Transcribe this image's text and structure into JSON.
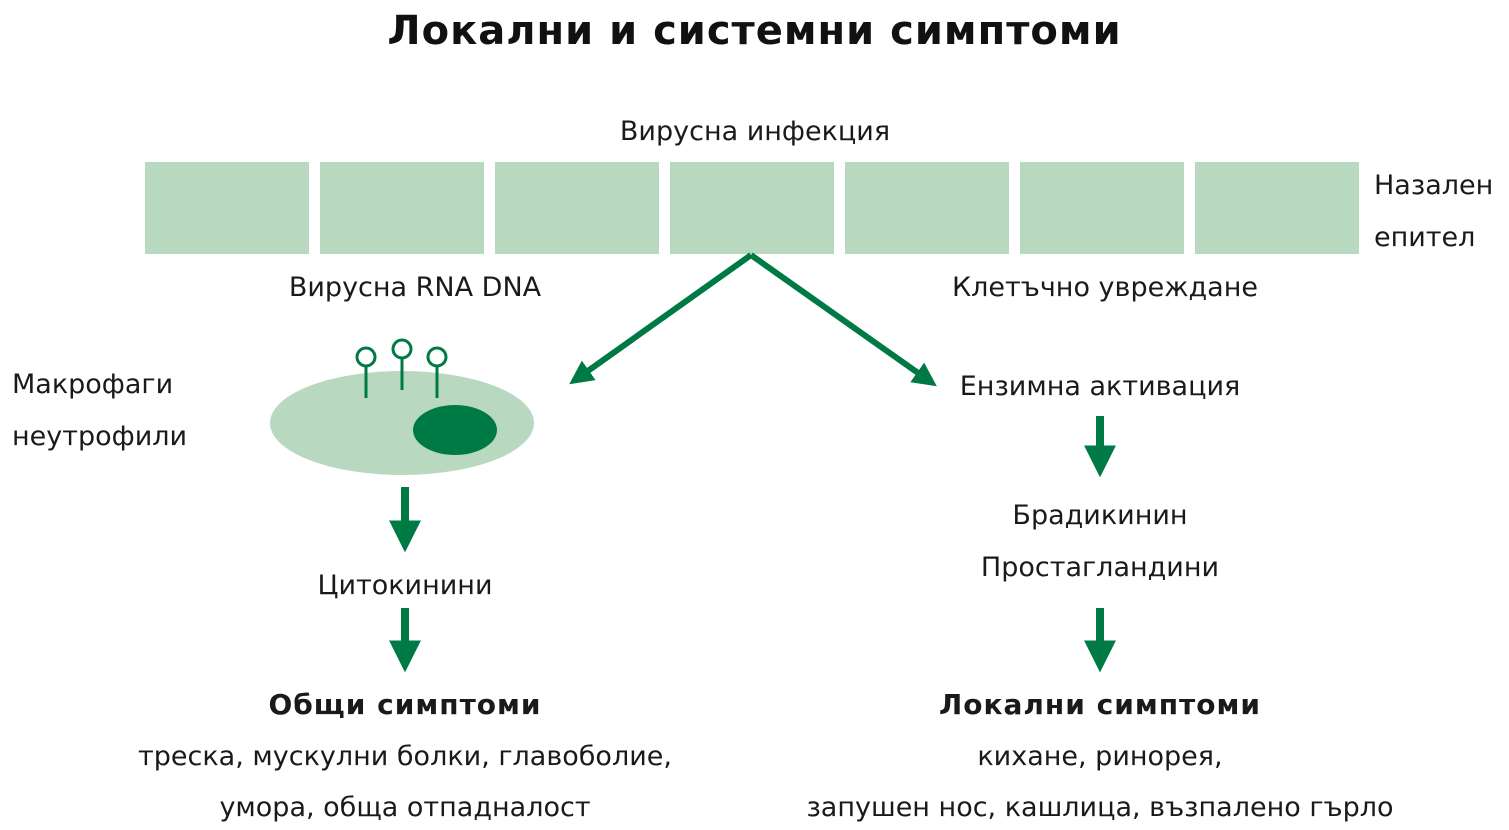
{
  "title": "Локални и системни симптоми",
  "infection_label": "Вирусна инфекция",
  "epithelium_label_line1": "Назален",
  "epithelium_label_line2": "епител",
  "left_branch": {
    "trigger": "Вирусна RNA DNA",
    "cells_line1": "Макрофаги",
    "cells_line2": "неутрофили",
    "mediator": "Цитокинини",
    "heading": "Общи симптоми",
    "symptoms_line1": "треска, мускулни болки, главоболие,",
    "symptoms_line2": "умора, обща отпадналост"
  },
  "right_branch": {
    "trigger": "Клетъчно увреждане",
    "step": "Ензимна активация",
    "mediator_line1": "Брадикинин",
    "mediator_line2": "Простагландини",
    "heading": "Локални симптоми",
    "symptoms_line1": "кихане, ринорея,",
    "symptoms_line2": "запушен нос, кашлица, възпалено гърло"
  },
  "colors": {
    "arrow": "#007a45",
    "cell": "#b9d8c0",
    "nucleus": "#007a45",
    "macrophage_body": "#b9d8c0"
  },
  "icons": [
    "arrow-icon",
    "macrophage-icon"
  ]
}
